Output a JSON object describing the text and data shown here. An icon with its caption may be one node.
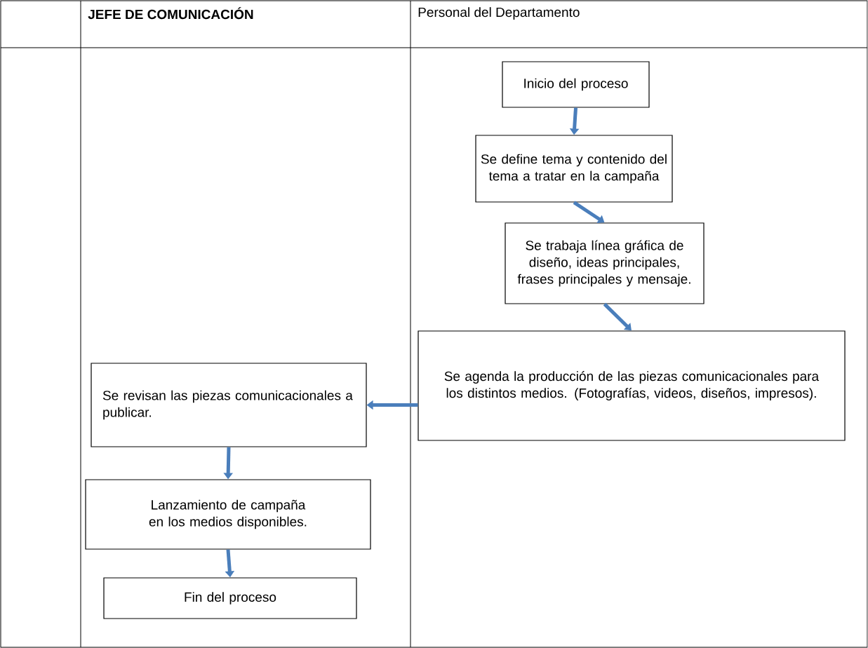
{
  "diagram": {
    "nodes": [
      {
        "text": [
          "Inicio del proceso"
        ]
      },
      {
        "text": [
          "Se define tema y contenido del tema a tratar en la campaña"
        ]
      },
      {
        "text": [
          "Se trabaja línea gráfica de diseño, ideas principales, frases principales y mensaje."
        ]
      },
      {
        "text": [
          "Se agenda la producción de las piezas comunicacionales para los distintos medios. (Fotografías, videos, diseños, impresos)."
        ]
      },
      {
        "text": [
          "Se revisan las piezas comunicacionales a publicar."
        ]
      },
      {
        "text": [
          "Lanzamiento de campaña en los medios disponibles."
        ]
      },
      {
        "text": [
          "Fin del proceso"
        ]
      }
    ],
    "edges": [
      {
        "from": 0,
        "to": 1,
        "arrow": "to"
      },
      {
        "from": 1,
        "to": 2,
        "arrow": "to"
      },
      {
        "from": 2,
        "to": 3,
        "arrow": "to"
      },
      {
        "from": 3,
        "to": 4,
        "arrow": "to"
      },
      {
        "from": 4,
        "to": 5,
        "arrow": "to"
      },
      {
        "from": 5,
        "to": 6,
        "arrow": "to"
      }
    ],
    "labels": [
      "JEFE DE COMUNICACIÓN",
      "Personal del Departamento"
    ]
  }
}
